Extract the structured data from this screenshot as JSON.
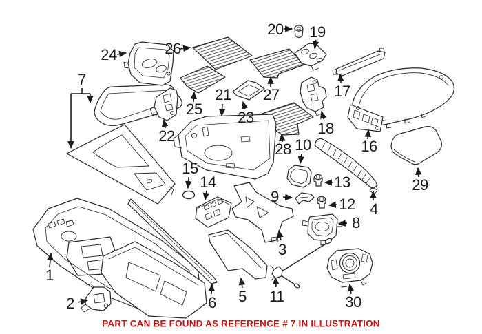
{
  "figure": {
    "type": "exploded-parts-illustration",
    "highlighted_reference": "7"
  },
  "callout_labels": [
    "1",
    "2",
    "3",
    "4",
    "5",
    "6",
    "7",
    "8",
    "9",
    "10",
    "11",
    "12",
    "13",
    "14",
    "15",
    "16",
    "17",
    "18",
    "19",
    "20",
    "21",
    "22",
    "23",
    "24",
    "25",
    "26",
    "27",
    "28",
    "29",
    "30"
  ],
  "caption": {
    "text": "PART CAN BE FOUND AS REFERENCE # 7 IN ILLUSTRATION"
  },
  "colors": {
    "background": "#ffffff",
    "line_art": "#262626",
    "label_text": "#1a1a1a",
    "caption_red": "#cc1111"
  }
}
